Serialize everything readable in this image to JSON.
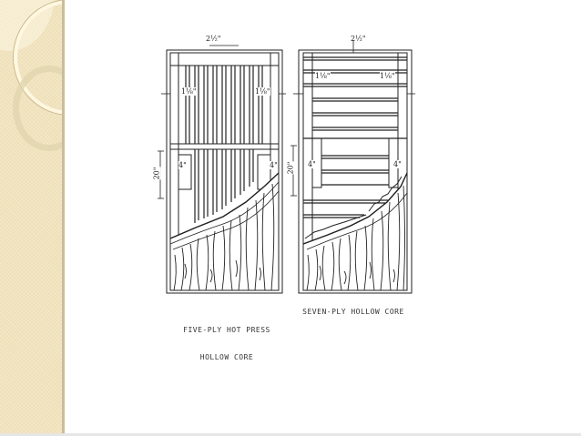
{
  "slide": {
    "background": "#ffffff",
    "sidebar_color": "#f1e3bd",
    "sidebar_border_color": "#c9bda0"
  },
  "figure": {
    "left_door": {
      "caption_line1": "FIVE-PLY HOT PRESS",
      "caption_line2": "HOLLOW CORE",
      "top_dimension": "2½\"",
      "rail_left_dimension": "1⅛\"",
      "rail_right_dimension": "1⅛\"",
      "height_dimension": "20\"",
      "lock_block_left": "4\"",
      "lock_block_right": "4\""
    },
    "right_door": {
      "caption": "SEVEN-PLY HOLLOW CORE",
      "top_dimension": "2½\"",
      "rail_left_dimension": "1⅛\"",
      "rail_right_dimension": "1⅛\"",
      "height_dimension": "20\"",
      "lock_block_left": "4\"",
      "lock_block_right": "4\""
    }
  }
}
